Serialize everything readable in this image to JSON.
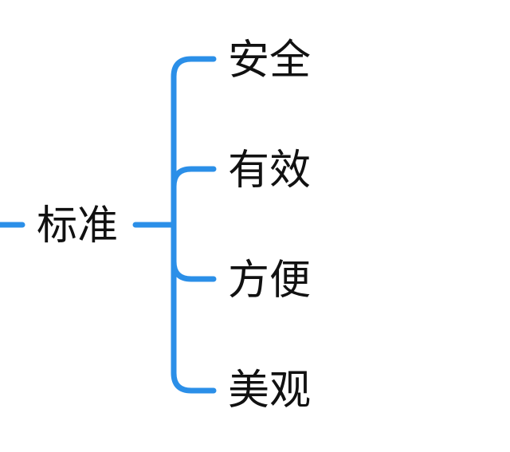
{
  "mindmap": {
    "root": {
      "label": "标准"
    },
    "children": [
      {
        "label": "安全"
      },
      {
        "label": "有效"
      },
      {
        "label": "方便"
      },
      {
        "label": "美观"
      }
    ]
  },
  "colors": {
    "connector": "#2b8fe8",
    "text": "#111111",
    "background": "#ffffff"
  }
}
